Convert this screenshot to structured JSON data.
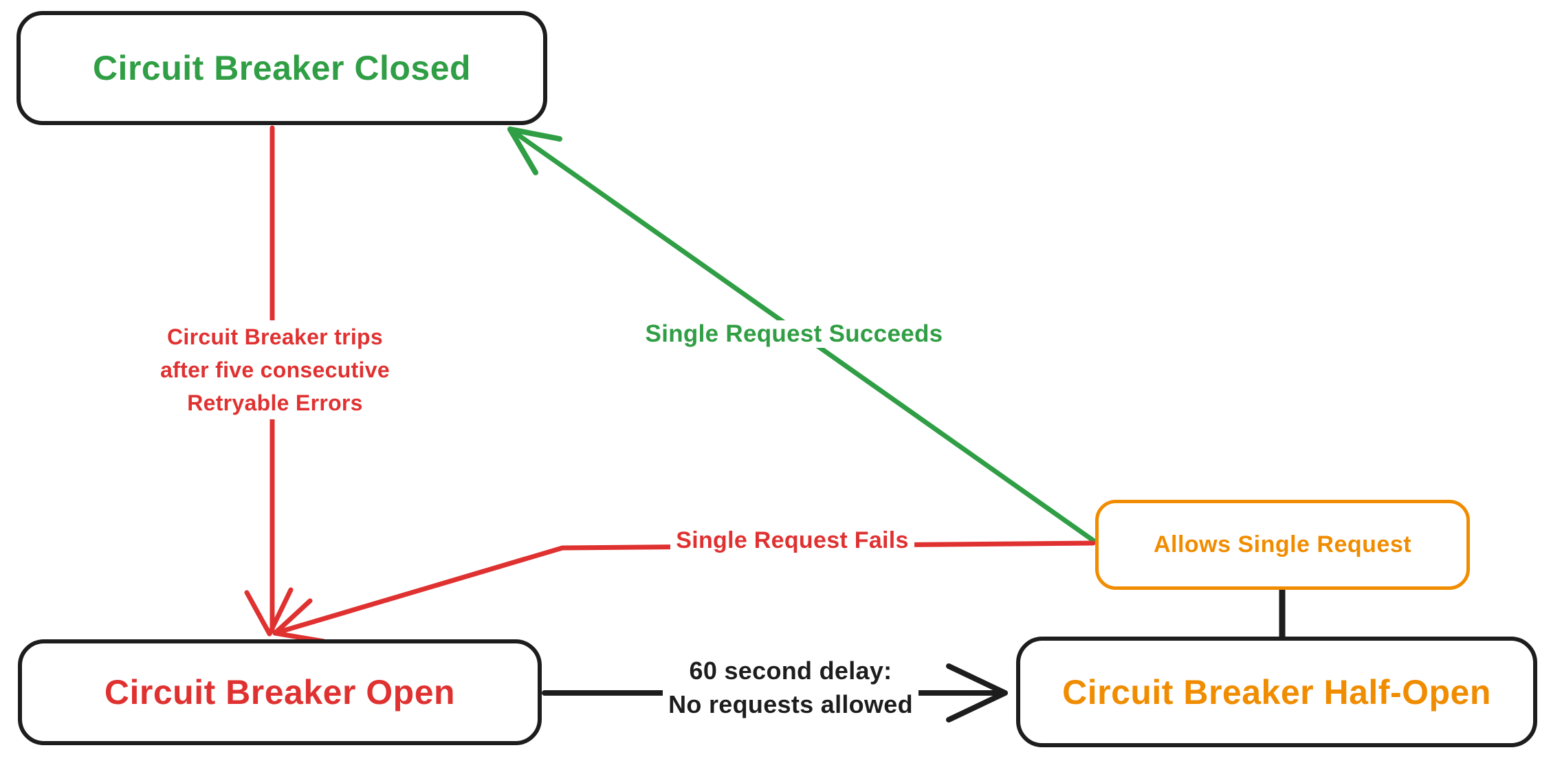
{
  "diagram_type": "state-diagram",
  "colors": {
    "green": "#2f9e44",
    "red": "#e03131",
    "orange": "#f08c00",
    "ink": "#1d1d1d",
    "background": "#ffffff"
  },
  "nodes": {
    "closed": {
      "label": "Circuit Breaker Closed"
    },
    "open": {
      "label": "Circuit Breaker Open"
    },
    "half_open": {
      "label": "Circuit Breaker Half-Open"
    },
    "allows_single_request": {
      "label": "Allows Single Request"
    }
  },
  "edges": {
    "trip": {
      "from": "closed",
      "to": "open",
      "lines": [
        "Circuit Breaker trips",
        "after five consecutive",
        "Retryable Errors"
      ]
    },
    "succeeds": {
      "from": "allows_single_request",
      "to": "closed",
      "label": "Single Request Succeeds"
    },
    "fails": {
      "from": "allows_single_request",
      "to": "open",
      "label": "Single Request Fails"
    },
    "delay": {
      "from": "open",
      "to": "half_open",
      "lines": [
        "60 second delay:",
        "No requests allowed"
      ]
    },
    "half_open_allows": {
      "from": "half_open",
      "to": "allows_single_request",
      "label": ""
    }
  }
}
